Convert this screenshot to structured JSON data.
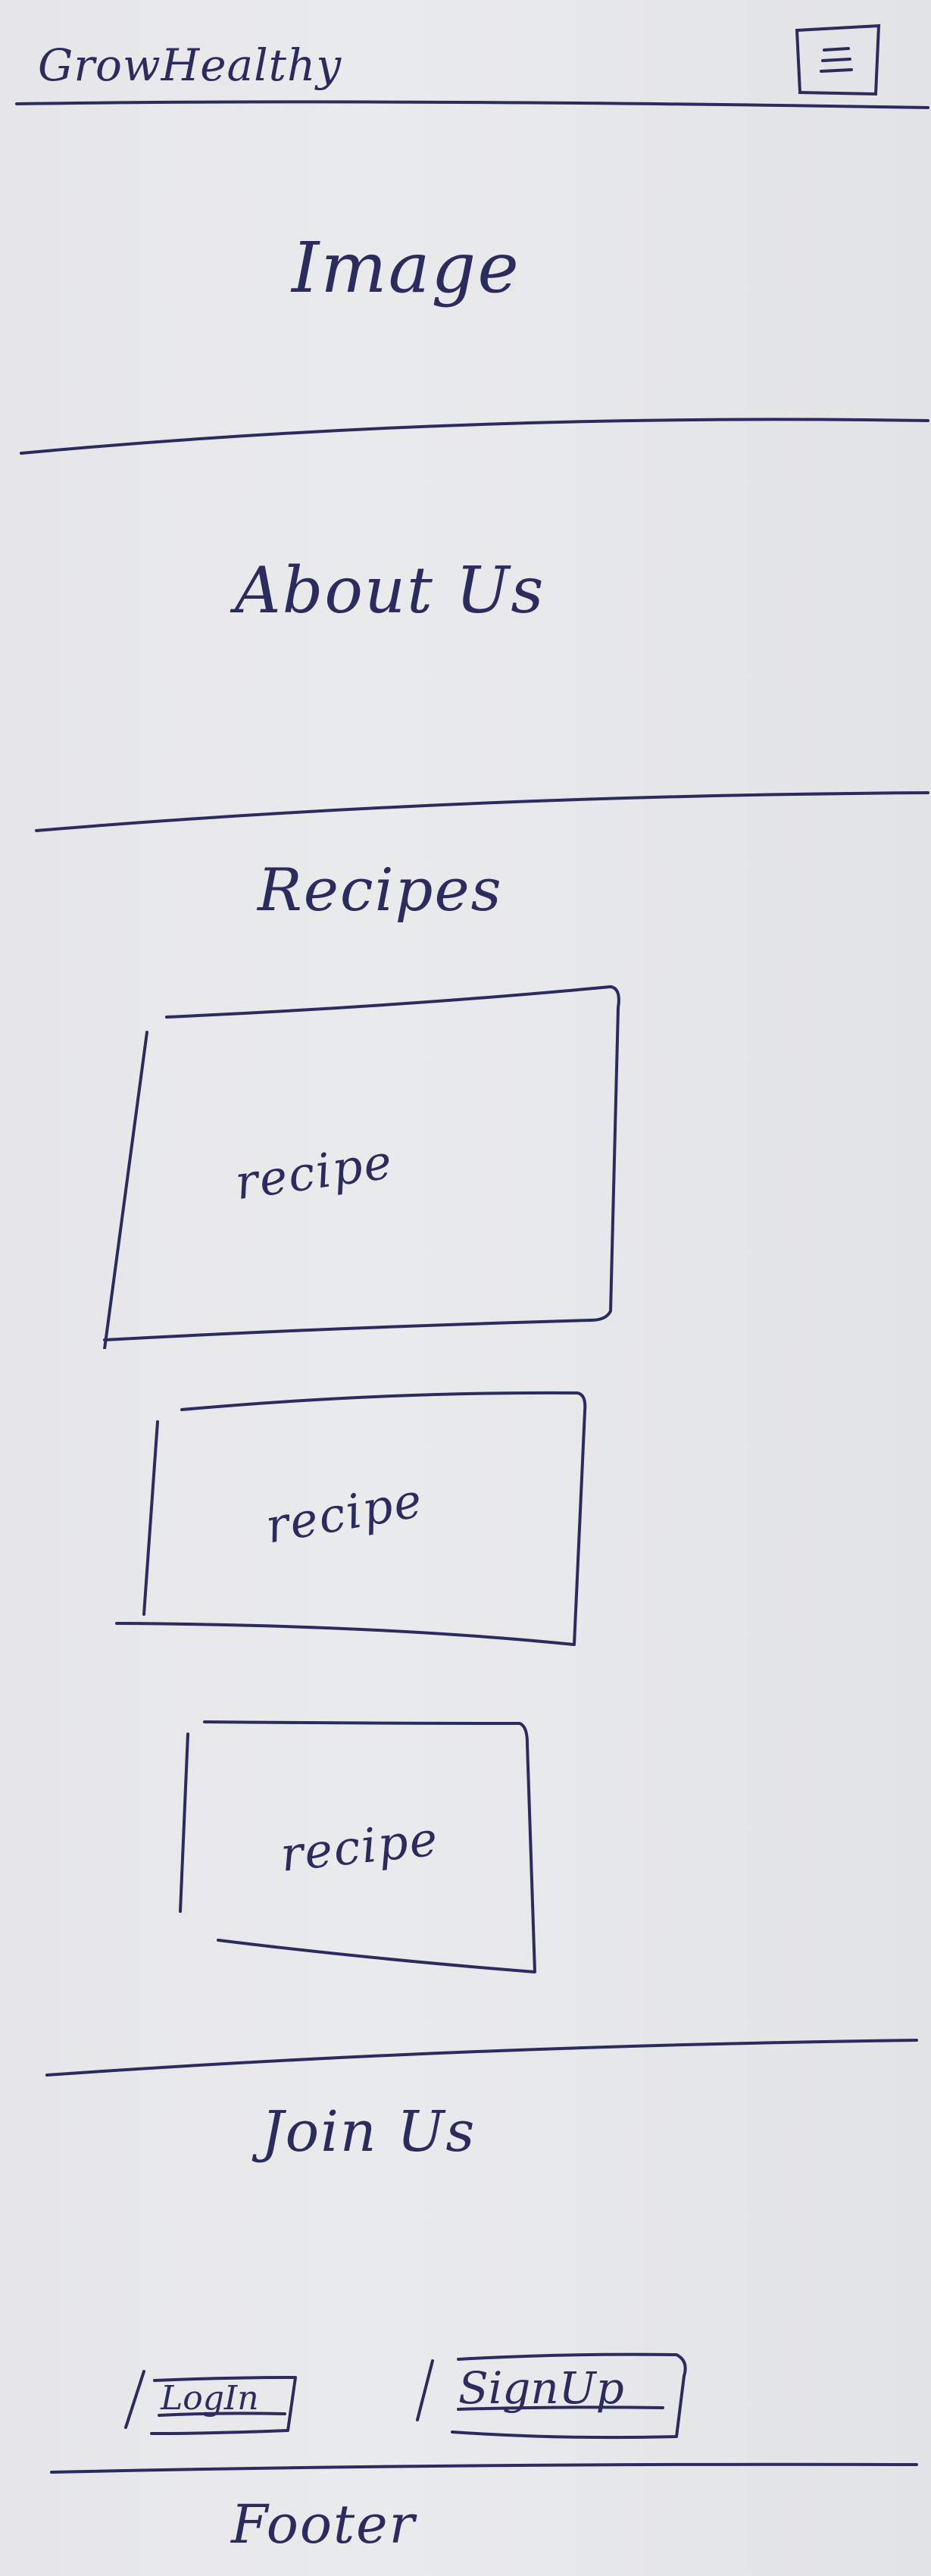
{
  "header": {
    "brand": "GrowHealthy",
    "menu_icon": "hamburger-menu-icon"
  },
  "hero": {
    "label": "Image"
  },
  "about": {
    "title": "About Us"
  },
  "recipes": {
    "title": "Recipes",
    "cards": [
      {
        "label": "recipe"
      },
      {
        "label": "recipe"
      },
      {
        "label": "recipe"
      }
    ]
  },
  "join": {
    "title": "Join Us",
    "login_label": "LogIn",
    "signup_label": "SignUp"
  },
  "footer": {
    "label": "Footer"
  },
  "colors": {
    "ink": "#2b2b5e",
    "paper": "#e7e8ea"
  }
}
